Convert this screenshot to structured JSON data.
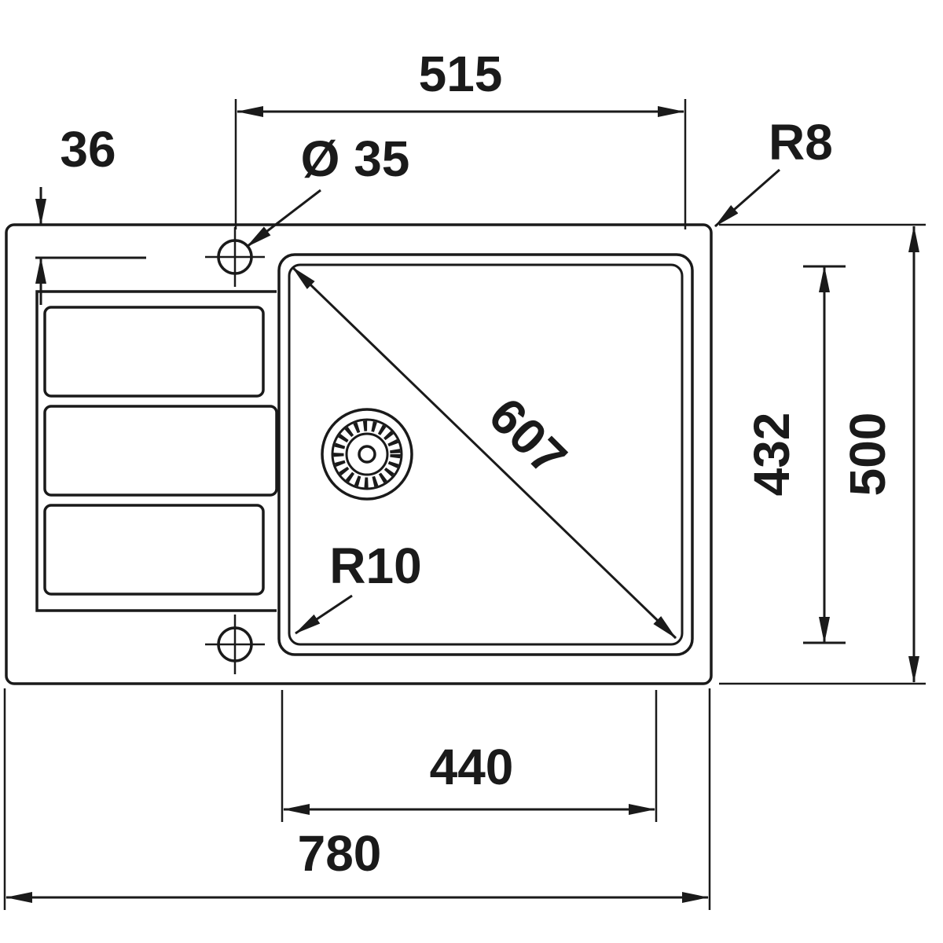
{
  "drawing": {
    "title": "Kitchen sink dimensioned technical drawing (top view)",
    "colors": {
      "line": "#1a1a1a",
      "background": "#ffffff"
    },
    "dimensions": {
      "top_width": "515",
      "tap_hole_offset": "36",
      "tap_hole_diameter": "Ø 35",
      "outer_corner_radius": "R8",
      "bowl_diagonal": "607",
      "bowl_depth": "432",
      "overall_depth": "500",
      "bowl_corner_radius": "R10",
      "bowl_width": "440",
      "overall_width": "780"
    }
  }
}
